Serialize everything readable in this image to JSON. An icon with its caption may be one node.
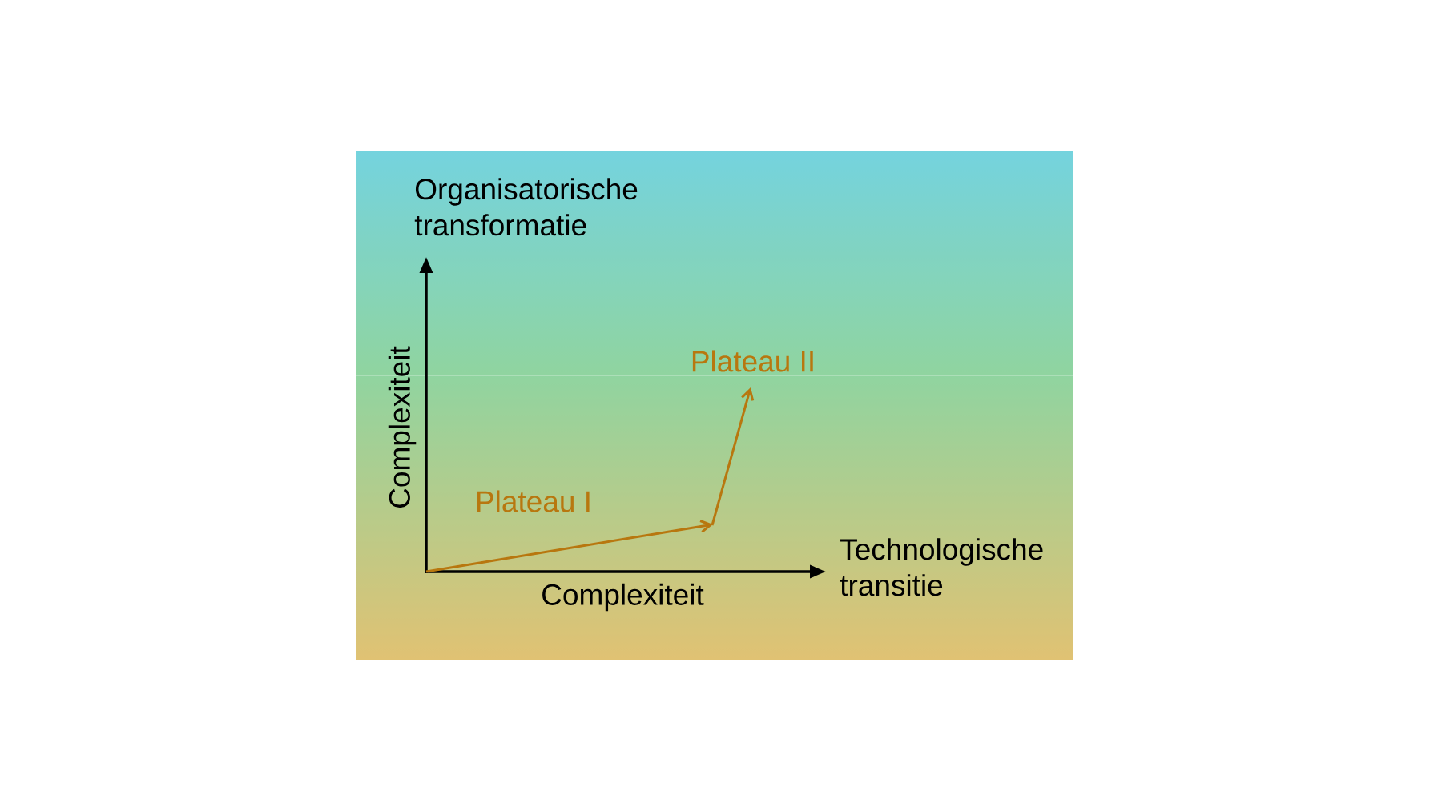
{
  "diagram": {
    "labels": [
      "Organisatorische transformatie",
      "Plateau II",
      "Complexiteit",
      "Plateau I",
      "Technologische transitie",
      "Complexiteit"
    ]
  }
}
